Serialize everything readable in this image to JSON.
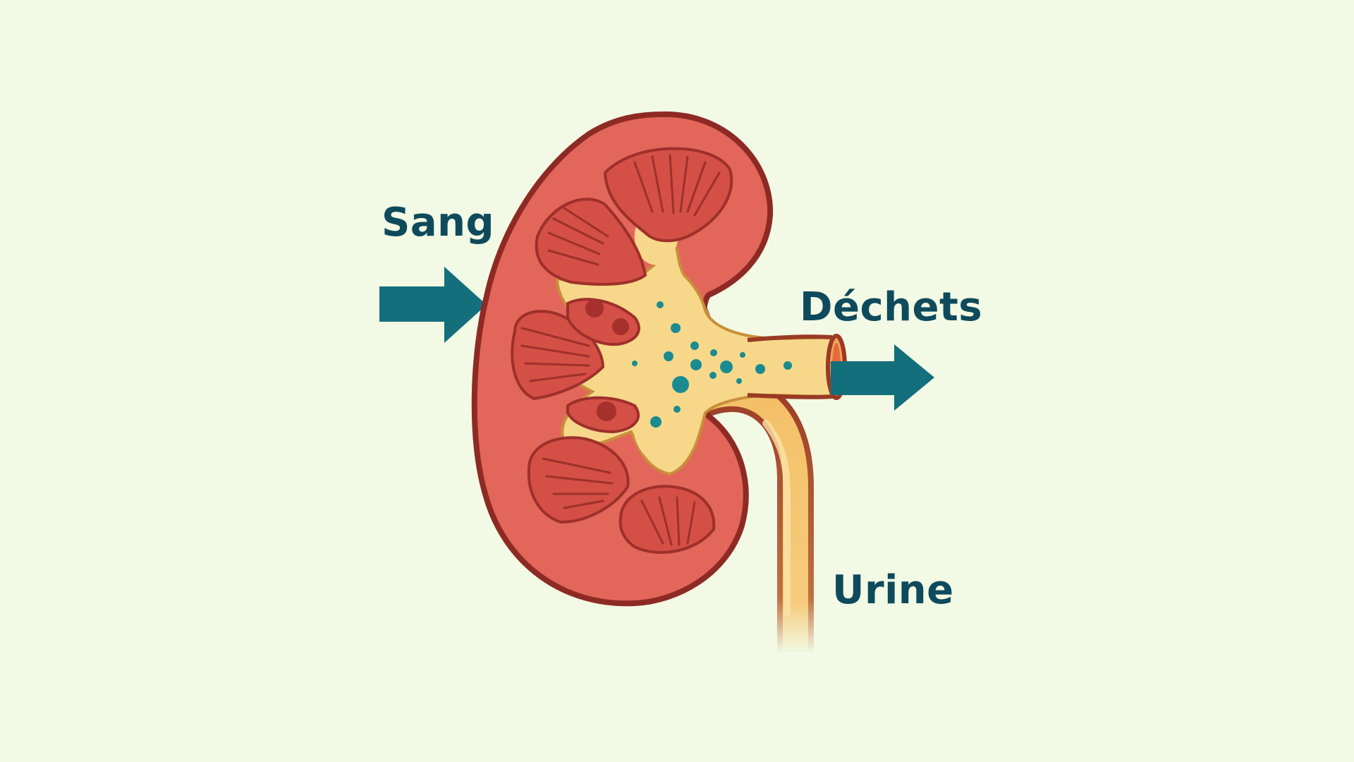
{
  "labels": {
    "blood": "Sang",
    "waste": "Déchets",
    "urine": "Urine"
  },
  "colors": {
    "background": "#f2f9e4",
    "arrow": "#146f7c",
    "label_text": "#0e4a5c",
    "kidney_outline": "#8e2a24",
    "kidney_cortex": "#e2665a",
    "kidney_pyramid": "#d44f46",
    "pelvis": "#f7d88a",
    "ureter": "#f3bf66",
    "waste_dots": "#1a8b91"
  },
  "icons": {
    "blood_arrow": "arrow-right-icon",
    "waste_arrow": "arrow-right-icon"
  }
}
